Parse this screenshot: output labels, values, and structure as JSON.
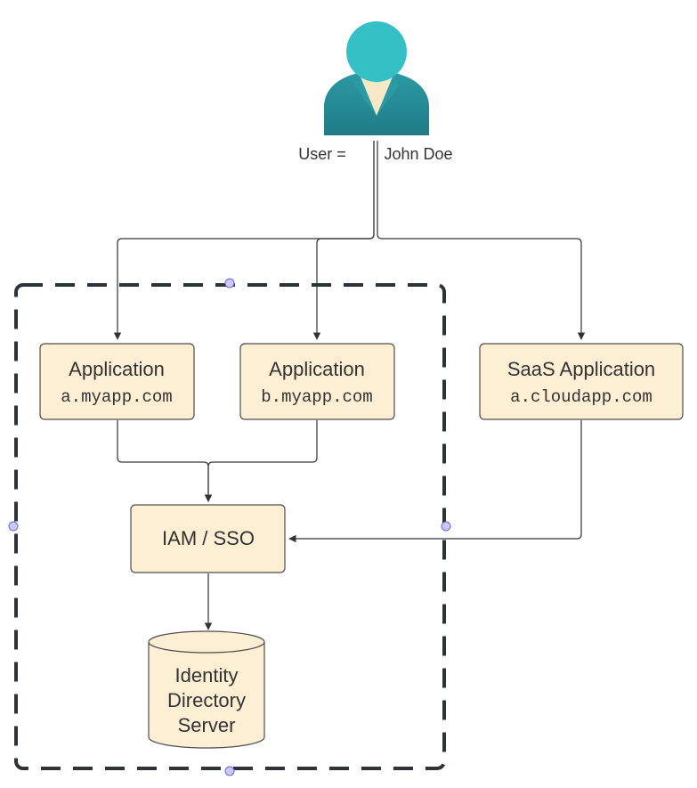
{
  "user": {
    "label_prefix": "User =",
    "name": "John Doe",
    "colors": {
      "head": "#35c0c6",
      "body_top": "#2b9aa3",
      "body_bottom": "#1f7c86",
      "collar": "#f7e8c8"
    }
  },
  "nodes": {
    "app_a": {
      "title": "Application",
      "host": "a.myapp.com"
    },
    "app_b": {
      "title": "Application",
      "host": "b.myapp.com"
    },
    "saas": {
      "title": "SaaS Application",
      "host": "a.cloudapp.com"
    },
    "iam": {
      "title": "IAM / SSO"
    },
    "directory": {
      "lines": [
        "Identity",
        "Directory",
        "Server"
      ]
    }
  },
  "colors": {
    "node_fill": "#fdefd4",
    "node_stroke": "#4d4d4d",
    "connector": "#333333",
    "boundary": "#2e3339",
    "handle": "#c9c8ff"
  }
}
